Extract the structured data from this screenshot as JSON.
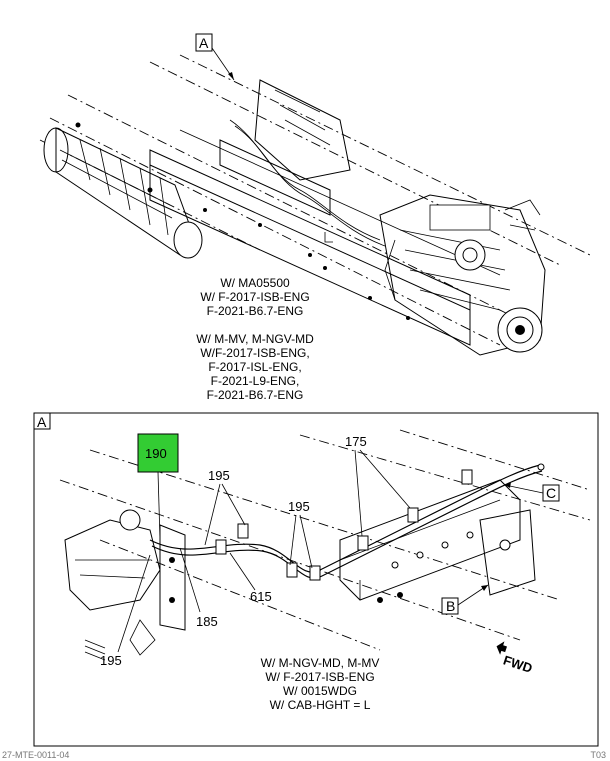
{
  "top_view": {
    "callout": "A",
    "notes": [
      "W/ MA05500",
      "W/ F-2017-ISB-ENG",
      "F-2021-B6.7-ENG",
      "",
      "W/ M-MV, M-NGV-MD",
      "W/F-2017-ISB-ENG,",
      "F-2017-ISL-ENG,",
      "F-2021-L9-ENG,",
      "F-2021-B6.7-ENG"
    ]
  },
  "detail_view": {
    "label": "A",
    "highlight": {
      "text": "190",
      "color": "#33cc33"
    },
    "callouts": {
      "c195_a": "195",
      "c195_b": "195",
      "c195_c": "195",
      "c175": "175",
      "c185": "185",
      "c615": "615",
      "ref_b": "B",
      "ref_c": "C"
    },
    "fwd": "FWD",
    "notes": [
      "W/ M-NGV-MD, M-MV",
      "W/ F-2017-ISB-ENG",
      "W/ 0015WDG",
      "W/ CAB-HGHT = L"
    ]
  },
  "footer": {
    "left": "27-MTE-0011-04",
    "right": "T03"
  }
}
